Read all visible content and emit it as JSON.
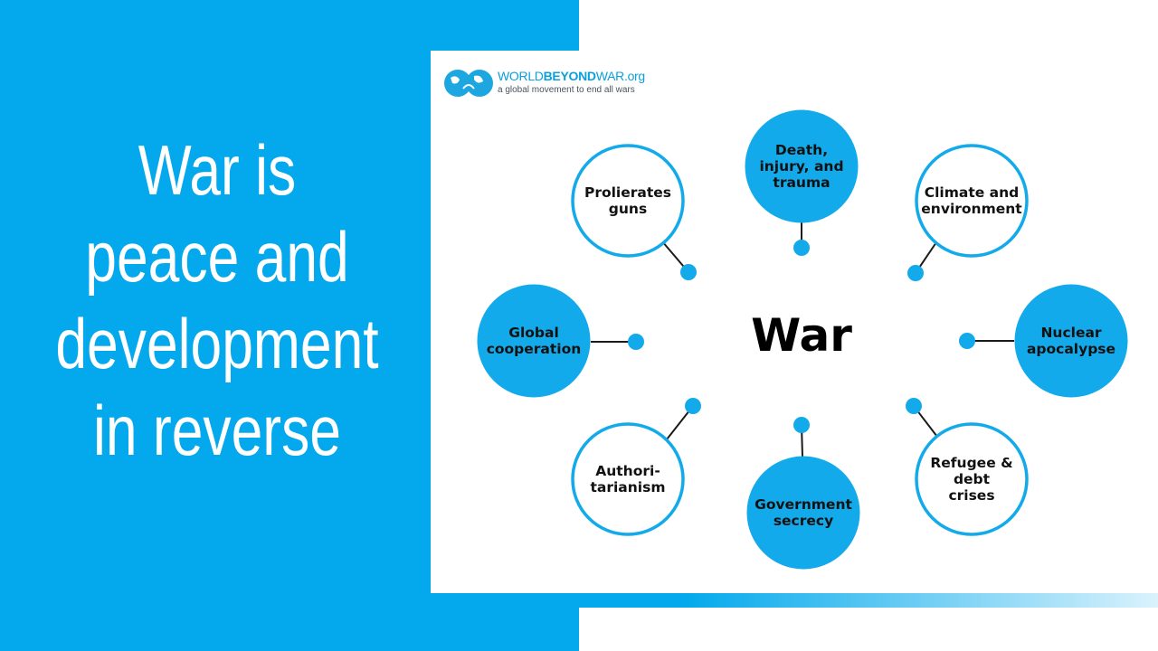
{
  "slide": {
    "headline_lines": [
      "War is",
      "peace and",
      "development",
      "in reverse"
    ],
    "colors": {
      "panel": "#03a9ec",
      "text": "#ffffff"
    }
  },
  "logo": {
    "name_regular": "WORLD",
    "name_bold": "BEYOND",
    "name_suffix": "WAR.org",
    "tagline": "a global movement to end all wars",
    "icon": "globe-hands-icon"
  },
  "diagram": {
    "center": "War",
    "colors": {
      "accent": "#12aaea",
      "line": "#1a1a1a",
      "fill_outline": "#ffffff"
    },
    "nodes": [
      {
        "id": "death-injury-trauma",
        "lines": [
          "Death,",
          "injury, and",
          "trauma"
        ],
        "filled": true
      },
      {
        "id": "climate-environment",
        "lines": [
          "Climate and",
          "environment"
        ],
        "filled": false
      },
      {
        "id": "nuclear-apocalypse",
        "lines": [
          "Nuclear",
          "apocalypse"
        ],
        "filled": true
      },
      {
        "id": "refugee-debt-crises",
        "lines": [
          "Refugee &",
          "debt",
          "crises"
        ],
        "filled": false
      },
      {
        "id": "government-secrecy",
        "lines": [
          "Government",
          "secrecy"
        ],
        "filled": true
      },
      {
        "id": "authoritarianism",
        "lines": [
          "Authori-",
          "tarianism"
        ],
        "filled": false
      },
      {
        "id": "global-cooperation",
        "lines": [
          "Global",
          "cooperation"
        ],
        "filled": true
      },
      {
        "id": "proliferates-guns",
        "lines": [
          "Prolierates",
          "guns"
        ],
        "filled": false
      }
    ]
  }
}
